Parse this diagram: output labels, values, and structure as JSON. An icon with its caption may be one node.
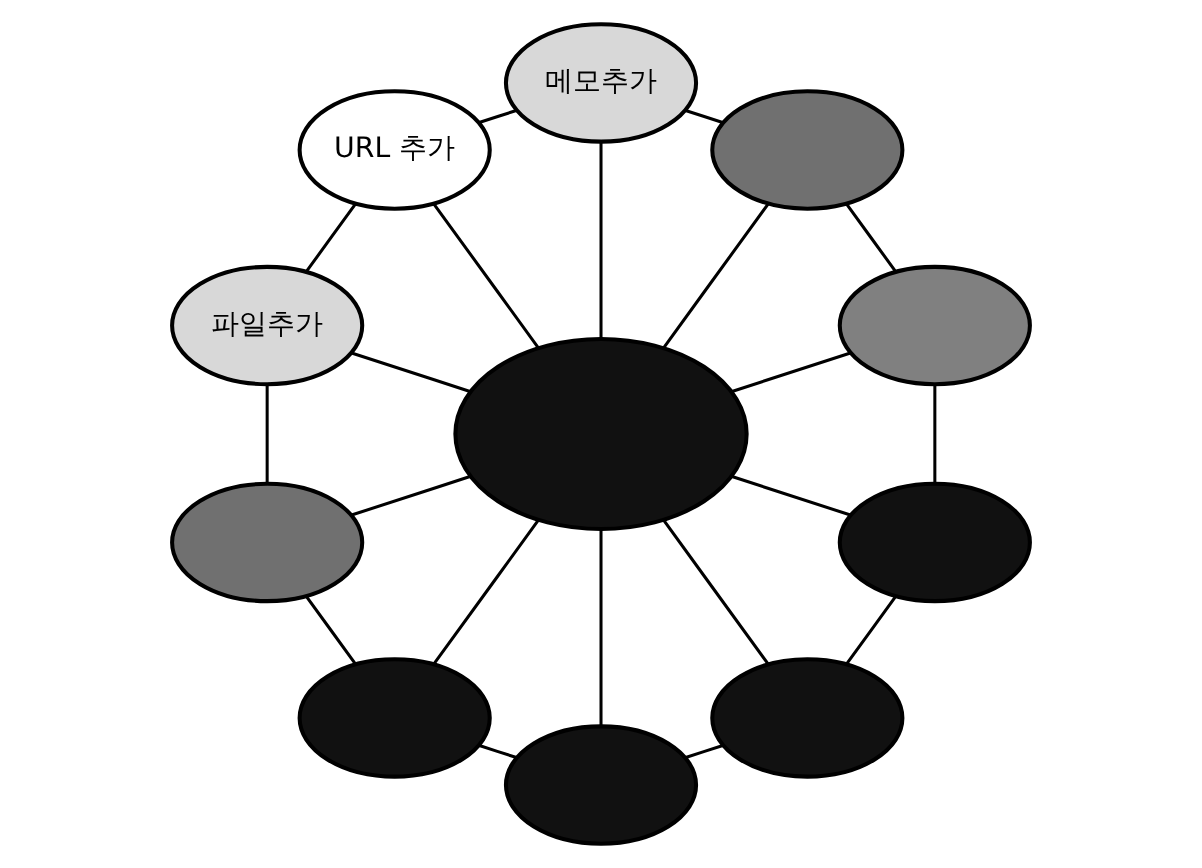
{
  "diagram": {
    "nodes": [
      {
        "text": [
          "URL 추가"
        ]
      },
      {
        "text": [
          "파일추가"
        ]
      },
      {
        "text": [
          "메모추가"
        ]
      },
      {
        "text": [],
        "shape": "ellipse"
      },
      {
        "text": [],
        "shape": "ellipse"
      },
      {
        "text": [],
        "shape": "ellipse"
      },
      {
        "text": [],
        "shape": "ellipse"
      },
      {
        "text": [],
        "shape": "ellipse"
      },
      {
        "text": [],
        "shape": "ellipse"
      },
      {
        "text": [],
        "shape": "ellipse"
      },
      {
        "text": [],
        "shape": "ellipse"
      }
    ],
    "edges": [
      {
        "from": 5,
        "to": 7,
        "arrow": "none"
      },
      {
        "from": 5,
        "to": 4,
        "arrow": "none"
      },
      {
        "from": 5,
        "to": 2,
        "arrow": "none"
      },
      {
        "from": 5,
        "to": 0,
        "arrow": "none"
      },
      {
        "from": 5,
        "to": 1,
        "arrow": "none"
      },
      {
        "from": 5,
        "to": 3,
        "arrow": "none"
      },
      {
        "from": 5,
        "to": 6,
        "arrow": "none"
      },
      {
        "from": 5,
        "to": 8,
        "arrow": "none"
      },
      {
        "from": 5,
        "to": 10,
        "arrow": "none"
      },
      {
        "from": 5,
        "to": 9,
        "arrow": "none"
      },
      {
        "from": 1,
        "to": 0,
        "arrow": "none"
      },
      {
        "from": 0,
        "to": 2,
        "arrow": "none"
      },
      {
        "from": 2,
        "to": 4,
        "arrow": "none"
      },
      {
        "from": 4,
        "to": 7,
        "arrow": "none"
      },
      {
        "from": 7,
        "to": 9,
        "arrow": "none"
      },
      {
        "from": 9,
        "to": 10,
        "arrow": "none"
      },
      {
        "from": 10,
        "to": 8,
        "arrow": "none"
      },
      {
        "from": 8,
        "to": 6,
        "arrow": "none"
      },
      {
        "from": 6,
        "to": 3,
        "arrow": "none"
      },
      {
        "from": 3,
        "to": 1,
        "arrow": "none"
      }
    ]
  }
}
